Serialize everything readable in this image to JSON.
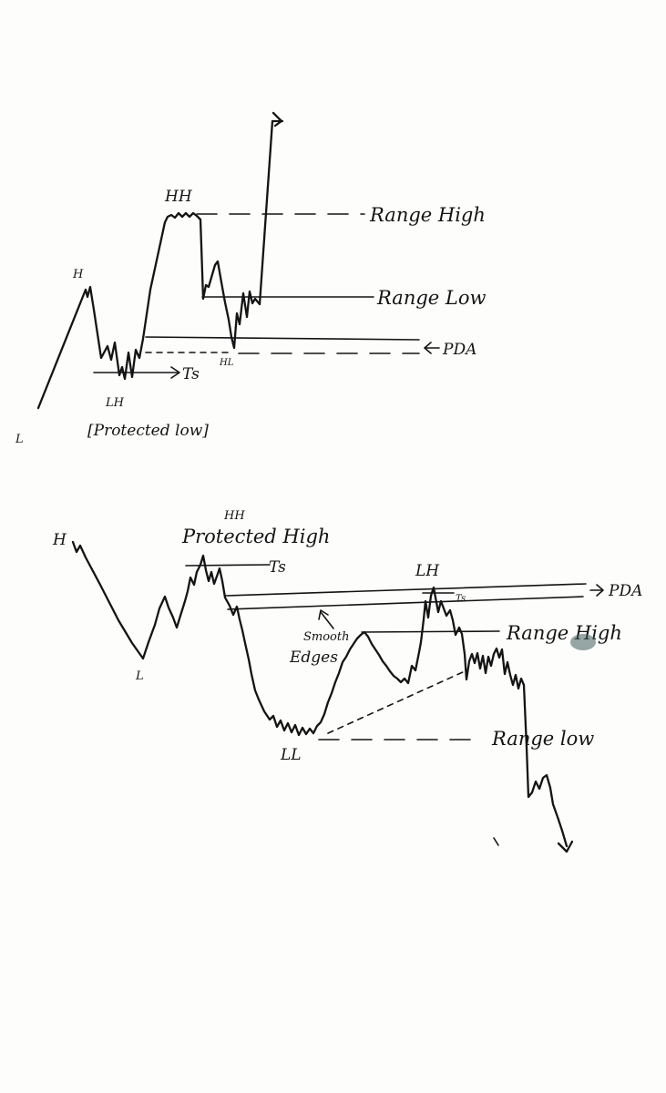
{
  "diagram1": {
    "labels": {
      "l": "L",
      "h": "H",
      "lh": "LH",
      "hh": "HH",
      "hl": "HL",
      "ts": "Ts",
      "protected_low": "[Protected low]",
      "range_high": "Range High",
      "range_low": "Range Low",
      "pda": "PDA"
    }
  },
  "diagram2": {
    "labels": {
      "h": "H",
      "l": "L",
      "hh": "HH",
      "protected_high": "Protected High",
      "ts_left": "Ts",
      "lh": "LH",
      "ts_right": "Ts",
      "pda": "PDA",
      "smooth": "Smooth",
      "edges": "Edges",
      "range_high": "Range High",
      "ll": "LL",
      "range_low": "Range low"
    }
  },
  "colors": {
    "ink": "#141414",
    "paper": "#fdfdfc",
    "smudge": "#3f5f5c"
  }
}
